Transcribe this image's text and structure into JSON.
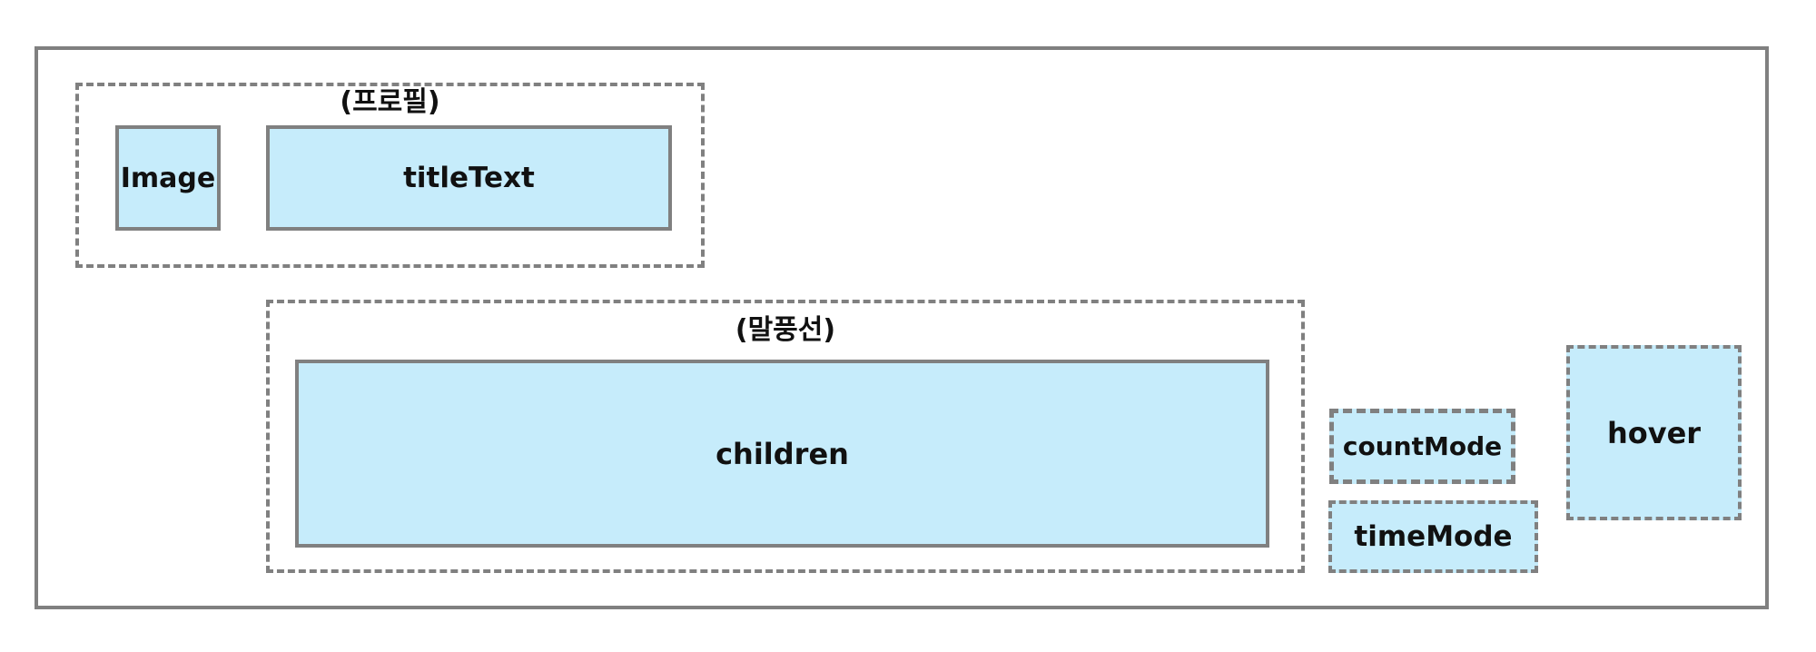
{
  "diagram": {
    "profile_group": {
      "label": "(프로필)",
      "image_label": "Image",
      "title_label": "titleText"
    },
    "bubble_group": {
      "label": "(말풍선)",
      "children_label": "children"
    },
    "count_mode_label": "countMode",
    "time_mode_label": "timeMode",
    "hover_label": "hover"
  },
  "colors": {
    "box_fill": "#c6ecfb",
    "border": "#808080",
    "text": "#111111"
  }
}
